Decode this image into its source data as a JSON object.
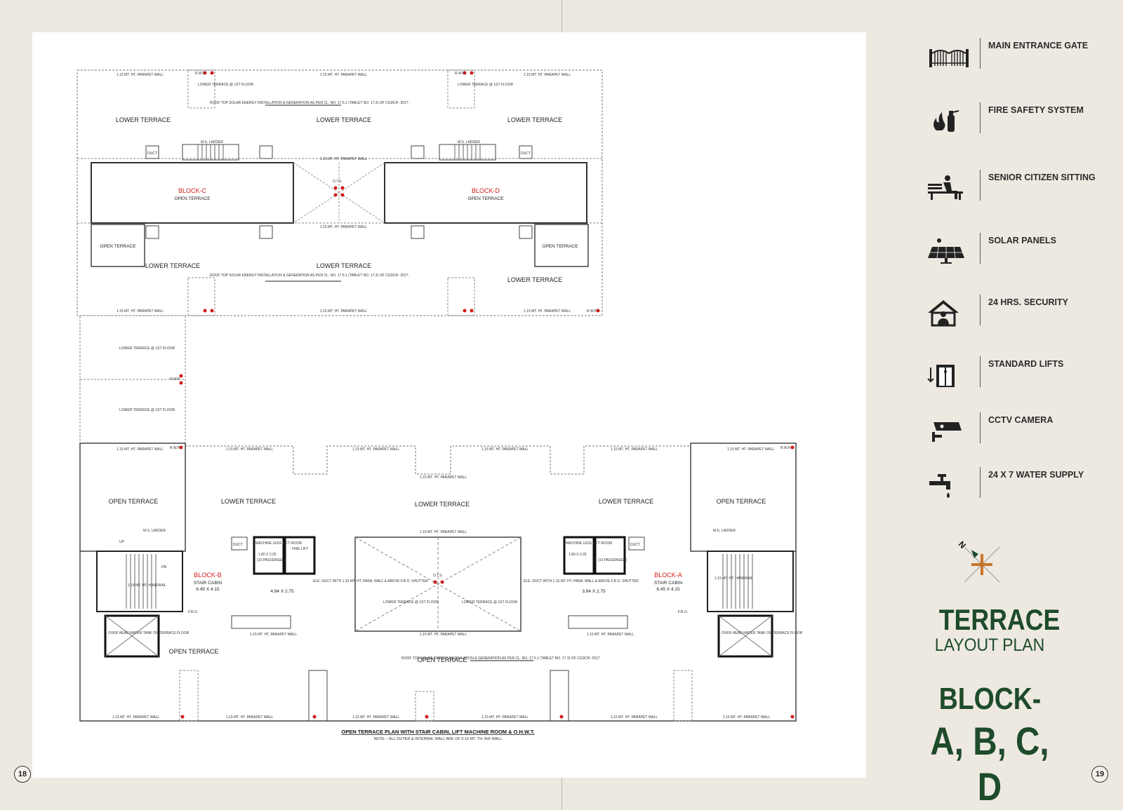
{
  "page_numbers": {
    "left": "18",
    "right": "19"
  },
  "amenities": [
    {
      "icon": "gate-icon",
      "label": "MAIN ENTRANCE GATE"
    },
    {
      "icon": "fire-extinguisher-icon",
      "label": "FIRE SAFETY SYSTEM"
    },
    {
      "icon": "bench-icon",
      "label": "SENIOR CITIZEN SITTING"
    },
    {
      "icon": "solar-panel-icon",
      "label": "SOLAR PANELS"
    },
    {
      "icon": "security-guard-icon",
      "label": "24 HRS. SECURITY"
    },
    {
      "icon": "lift-icon",
      "label": "STANDARD LIFTS"
    },
    {
      "icon": "cctv-camera-icon",
      "label": "CCTV CAMERA"
    },
    {
      "icon": "water-tap-icon",
      "label": "24 X 7 WATER SUPPLY"
    }
  ],
  "compass": {
    "label": "N"
  },
  "title": {
    "line1": "TERRACE",
    "line2": "LAYOUT PLAN",
    "line3": "BLOCK-",
    "line4": "A, B, C, D"
  },
  "plan": {
    "caption": "OPEN TERRACE PLAN WITH STAIR CABIN, LIFT MACHINE ROOM & O.H.W.T.",
    "note": "NOTE :- ALL OUTER & INTERNAL WALL ARE OF 0.10 MT. TH. B/K WALL",
    "blocks": {
      "a": "BLOCK-A",
      "b": "BLOCK-B",
      "c": "BLOCK-C",
      "d": "BLOCK-D"
    },
    "labels": {
      "lower_terrace": "LOWER TERRACE",
      "open_terrace": "OPEN TERRACE",
      "stair_cabin": "STAIR CABIN",
      "stair_dim": "6.45 X 4.15",
      "room_b_dim": "4.94 X 2.75",
      "room_a_dim": "3.94 X 2.75",
      "parapet_wall": "1.15 MT. HT. PARAPET WALL",
      "parapet_short": "1.15 MT. HT. PARA.",
      "rwp": "R.W.P.",
      "ots": "O.T.S.",
      "fro": "F.R.O.",
      "duct": "DUCT",
      "lower_terrace_1st": "LOWER TERRACE @ 1ST FLOOR",
      "ms_ladder": "M.S. LADDER",
      "handrail": "1.15 MT. HT. HANDRAIL",
      "solar_note": "ROOF TOP SOLAR ENERGY INSTALLATION & GENERATION AS PER CL. NO. 17.5.1 (TABLET NO. 17.3) OF CGDCR -2017.",
      "lift_room": "MACHINE LESS LIFT ROOM",
      "fire_lift": "FIRE LIFT",
      "lift_dim": "1.80 X 2.25",
      "passenger": "(10 PASSENGER)",
      "ohwt": "OVER HEAD WATER TANK ON TERRACE FLOOR",
      "ele_duct": "ELE. DUCT WITH 1.15 MT. HT. PARA. WALL & ABOVE F.R.O. SHUTTER",
      "up": "UP",
      "dn": "DN"
    }
  }
}
